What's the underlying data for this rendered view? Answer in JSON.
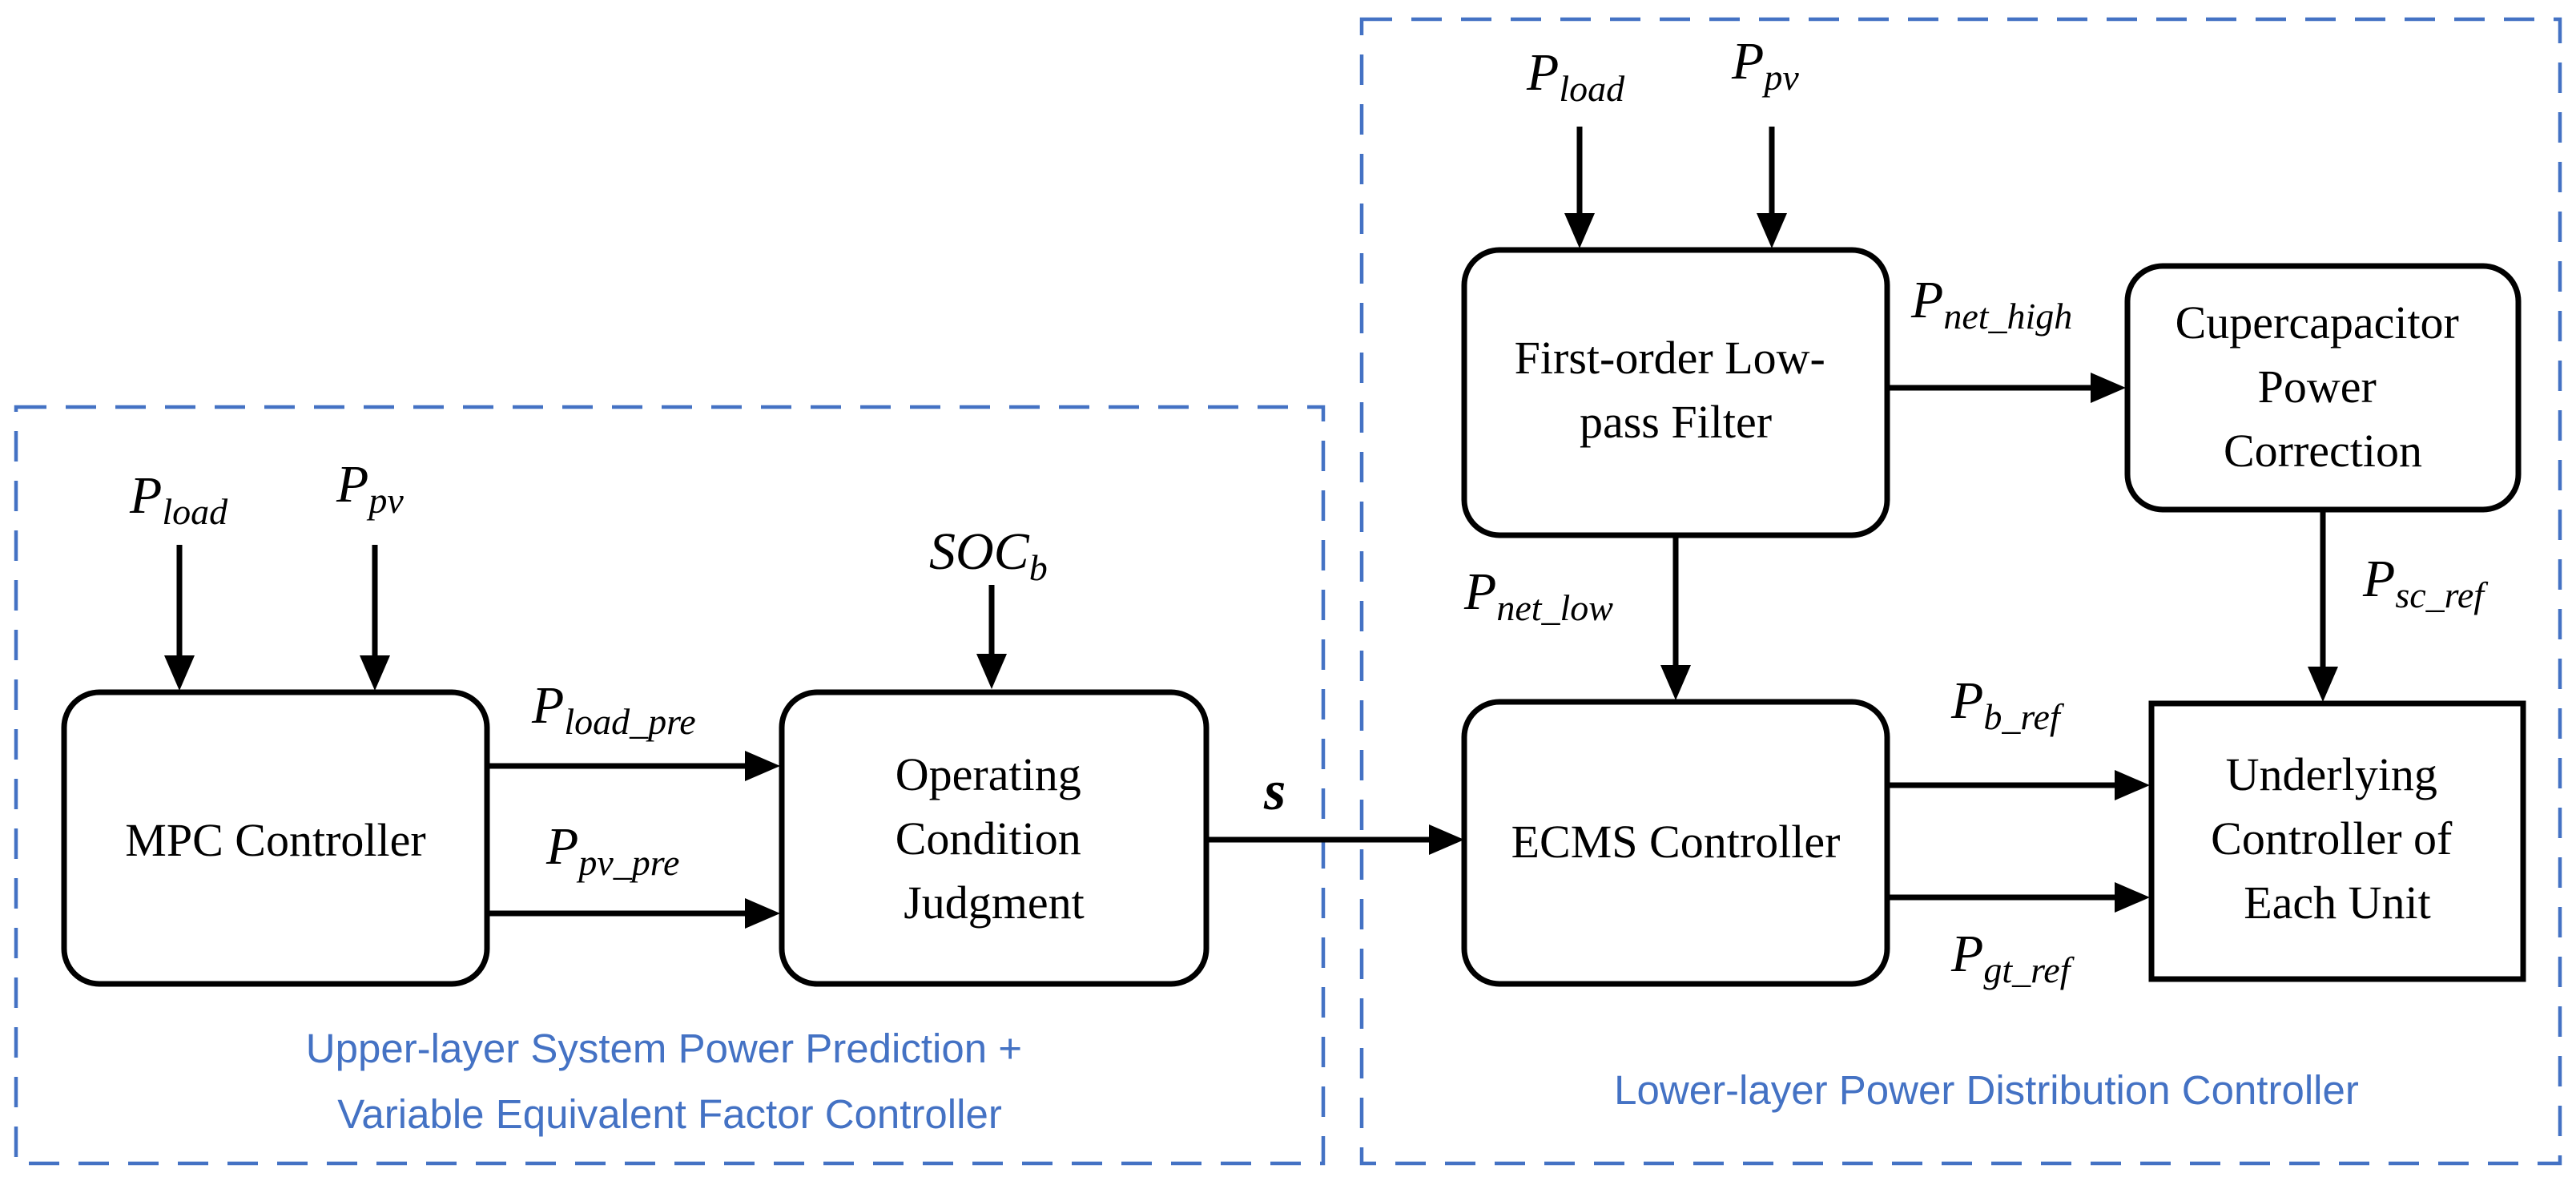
{
  "colors": {
    "frame": "#4472c4",
    "caption": "#4472c4",
    "line": "#000000",
    "background": "#ffffff"
  },
  "groups": {
    "upper": {
      "caption": [
        "Upper-layer System Power Prediction +",
        "Variable Equivalent Factor Controller"
      ]
    },
    "lower": {
      "caption": [
        "Lower-layer Power Distribution Controller"
      ]
    }
  },
  "blocks": {
    "mpc": [
      "MPC Controller"
    ],
    "ocj": [
      "Operating",
      "Condition",
      "Judgment"
    ],
    "filter": [
      "First-order Low-",
      "pass Filter"
    ],
    "spc": [
      "Cupercapacitor",
      "Power",
      "Correction"
    ],
    "ecms": [
      "ECMS Controller"
    ],
    "underlying": [
      "Underlying",
      "Controller of",
      "Each Unit"
    ]
  },
  "signals": {
    "upper_p_load": {
      "main": "P",
      "sub": "load"
    },
    "upper_p_pv": {
      "main": "P",
      "sub": "pv"
    },
    "soc_b": {
      "main": "SOC",
      "sub": "b"
    },
    "p_load_pre": {
      "main": "P",
      "sub": "load_pre"
    },
    "p_pv_pre": {
      "main": "P",
      "sub": "pv_pre"
    },
    "s": {
      "main": "s"
    },
    "lower_p_load": {
      "main": "P",
      "sub": "load"
    },
    "lower_p_pv": {
      "main": "P",
      "sub": "pv"
    },
    "p_net_high": {
      "main": "P",
      "sub": "net_high"
    },
    "p_net_low": {
      "main": "P",
      "sub": "net_low"
    },
    "p_sc_ref": {
      "main": "P",
      "sub": "sc_ref"
    },
    "p_b_ref": {
      "main": "P",
      "sub": "b_ref"
    },
    "p_gt_ref": {
      "main": "P",
      "sub": "gt_ref"
    }
  }
}
